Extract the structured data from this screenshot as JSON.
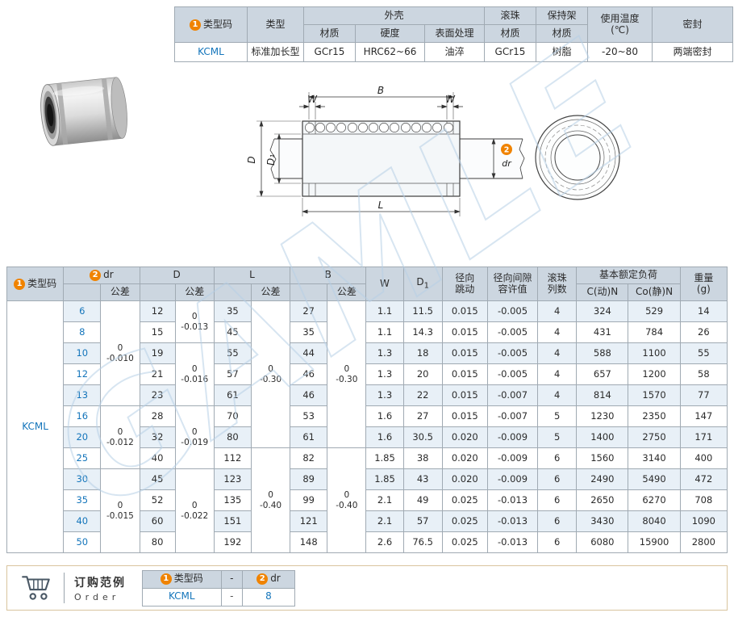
{
  "colors": {
    "header_bg": "#ccd6e0",
    "row_alt": "#e8f0f7",
    "accent_blue": "#1475bb",
    "badge_orange": "#f08300",
    "watermark_blue": "#b7d0e6",
    "order_border": "#d9c49e"
  },
  "watermark": {
    "text": "GAMLE"
  },
  "drawing": {
    "dim_B": "B",
    "dim_W": "W",
    "dim_D": "D",
    "dim_D1": "D₁",
    "dim_L": "L",
    "dim_dr": "dr",
    "badge_dr": "2"
  },
  "spec_table": {
    "widths": [
      90,
      70,
      64,
      86,
      74,
      64,
      64,
      80,
      100
    ],
    "header": [
      [
        {
          "badge": "1",
          "t": "类型码",
          "rs": 2
        },
        {
          "t": "类型",
          "rs": 2
        },
        {
          "t": "外壳",
          "cs": 3
        },
        {
          "t": "滚珠"
        },
        {
          "t": "保持架"
        },
        {
          "t": "使用温度\n(℃)",
          "rs": 2
        },
        {
          "t": "密封",
          "rs": 2
        }
      ],
      [
        {
          "t": "材质"
        },
        {
          "t": "硬度"
        },
        {
          "t": "表面处理"
        },
        {
          "t": "材质"
        },
        {
          "t": "材质"
        }
      ]
    ],
    "body": [
      [
        {
          "t": "KCML",
          "cls": "code"
        },
        {
          "t": "标准加长型"
        },
        {
          "t": "GCr15"
        },
        {
          "t": "HRC62~66"
        },
        {
          "t": "油淬"
        },
        {
          "t": "GCr15"
        },
        {
          "t": "树脂"
        },
        {
          "t": "-20~80"
        },
        {
          "t": "两端密封"
        }
      ]
    ]
  },
  "main_table": {
    "stripe": true,
    "widths": [
      70,
      46,
      48,
      44,
      48,
      46,
      48,
      46,
      48,
      46,
      48,
      56,
      62,
      48,
      64,
      64,
      58
    ],
    "header": [
      [
        {
          "badge": "1",
          "t": "类型码",
          "rs": 2
        },
        {
          "badge": "2",
          "t": "dr",
          "cs": 2
        },
        {
          "t": "D",
          "cs": 2
        },
        {
          "t": "L",
          "cs": 2
        },
        {
          "t": "B",
          "cs": 2
        },
        {
          "t": "W",
          "rs": 2
        },
        {
          "t": "D",
          "sub": "1",
          "rs": 2
        },
        {
          "t": "径向\n跳动",
          "rs": 2
        },
        {
          "t": "径向间隙\n容许值",
          "rs": 2
        },
        {
          "t": "滚珠\n列数",
          "rs": 2
        },
        {
          "t": "基本额定负荷",
          "cs": 2
        },
        {
          "t": "重量\n(g)",
          "rs": 2
        }
      ],
      [
        {
          "t": ""
        },
        {
          "t": "公差"
        },
        {
          "t": ""
        },
        {
          "t": "公差"
        },
        {
          "t": ""
        },
        {
          "t": "公差"
        },
        {
          "t": ""
        },
        {
          "t": "公差"
        },
        {
          "t": "C(动)N"
        },
        {
          "t": "Co(静)N"
        }
      ]
    ],
    "body": [
      [
        {
          "t": "KCML",
          "cls": "code",
          "rs": 12
        },
        {
          "t": "6",
          "cls": "size"
        },
        {
          "t": "0\n-0.010",
          "cls": "tol",
          "rs": 5
        },
        {
          "t": "12"
        },
        {
          "t": "0\n-0.013",
          "cls": "tol",
          "rs": 2
        },
        {
          "t": "35"
        },
        {
          "t": "0\n-0.30",
          "cls": "tol",
          "rs": 7
        },
        {
          "t": "27"
        },
        {
          "t": "0\n-0.30",
          "cls": "tol",
          "rs": 7
        },
        {
          "t": "1.1"
        },
        {
          "t": "11.5"
        },
        {
          "t": "0.015"
        },
        {
          "t": "-0.005"
        },
        {
          "t": "4"
        },
        {
          "t": "324"
        },
        {
          "t": "529"
        },
        {
          "t": "14"
        }
      ],
      [
        {
          "t": "8",
          "cls": "size"
        },
        {
          "t": "15"
        },
        {
          "t": "45"
        },
        {
          "t": "35"
        },
        {
          "t": "1.1"
        },
        {
          "t": "14.3"
        },
        {
          "t": "0.015"
        },
        {
          "t": "-0.005"
        },
        {
          "t": "4"
        },
        {
          "t": "431"
        },
        {
          "t": "784"
        },
        {
          "t": "26"
        }
      ],
      [
        {
          "t": "10",
          "cls": "size"
        },
        {
          "t": "19"
        },
        {
          "t": "0\n-0.016",
          "cls": "tol",
          "rs": 3
        },
        {
          "t": "55"
        },
        {
          "t": "44"
        },
        {
          "t": "1.3"
        },
        {
          "t": "18"
        },
        {
          "t": "0.015"
        },
        {
          "t": "-0.005"
        },
        {
          "t": "4"
        },
        {
          "t": "588"
        },
        {
          "t": "1100"
        },
        {
          "t": "55"
        }
      ],
      [
        {
          "t": "12",
          "cls": "size"
        },
        {
          "t": "21"
        },
        {
          "t": "57"
        },
        {
          "t": "46"
        },
        {
          "t": "1.3"
        },
        {
          "t": "20"
        },
        {
          "t": "0.015"
        },
        {
          "t": "-0.005"
        },
        {
          "t": "4"
        },
        {
          "t": "657"
        },
        {
          "t": "1200"
        },
        {
          "t": "58"
        }
      ],
      [
        {
          "t": "13",
          "cls": "size"
        },
        {
          "t": "23"
        },
        {
          "t": "61"
        },
        {
          "t": "46"
        },
        {
          "t": "1.3"
        },
        {
          "t": "22"
        },
        {
          "t": "0.015"
        },
        {
          "t": "-0.007"
        },
        {
          "t": "4"
        },
        {
          "t": "814"
        },
        {
          "t": "1570"
        },
        {
          "t": "77"
        }
      ],
      [
        {
          "t": "16",
          "cls": "size"
        },
        {
          "t": "0\n-0.012",
          "cls": "tol",
          "rs": 3
        },
        {
          "t": "28"
        },
        {
          "t": "0\n-0.019",
          "cls": "tol",
          "rs": 3
        },
        {
          "t": "70"
        },
        {
          "t": "53"
        },
        {
          "t": "1.6"
        },
        {
          "t": "27"
        },
        {
          "t": "0.015"
        },
        {
          "t": "-0.007"
        },
        {
          "t": "5"
        },
        {
          "t": "1230"
        },
        {
          "t": "2350"
        },
        {
          "t": "147"
        }
      ],
      [
        {
          "t": "20",
          "cls": "size"
        },
        {
          "t": "32"
        },
        {
          "t": "80"
        },
        {
          "t": "61"
        },
        {
          "t": "1.6"
        },
        {
          "t": "30.5"
        },
        {
          "t": "0.020"
        },
        {
          "t": "-0.009"
        },
        {
          "t": "5"
        },
        {
          "t": "1400"
        },
        {
          "t": "2750"
        },
        {
          "t": "171"
        }
      ],
      [
        {
          "t": "25",
          "cls": "size"
        },
        {
          "t": "40"
        },
        {
          "t": "112"
        },
        {
          "t": "0\n-0.40",
          "cls": "tol",
          "rs": 5
        },
        {
          "t": "82"
        },
        {
          "t": "0\n-0.40",
          "cls": "tol",
          "rs": 5
        },
        {
          "t": "1.85"
        },
        {
          "t": "38"
        },
        {
          "t": "0.020"
        },
        {
          "t": "-0.009"
        },
        {
          "t": "6"
        },
        {
          "t": "1560"
        },
        {
          "t": "3140"
        },
        {
          "t": "400"
        }
      ],
      [
        {
          "t": "30",
          "cls": "size"
        },
        {
          "t": "0\n-0.015",
          "cls": "tol",
          "rs": 4
        },
        {
          "t": "45"
        },
        {
          "t": "0\n-0.022",
          "cls": "tol",
          "rs": 4
        },
        {
          "t": "123"
        },
        {
          "t": "89"
        },
        {
          "t": "1.85"
        },
        {
          "t": "43"
        },
        {
          "t": "0.020"
        },
        {
          "t": "-0.009"
        },
        {
          "t": "6"
        },
        {
          "t": "2490"
        },
        {
          "t": "5490"
        },
        {
          "t": "472"
        }
      ],
      [
        {
          "t": "35",
          "cls": "size"
        },
        {
          "t": "52"
        },
        {
          "t": "135"
        },
        {
          "t": "99"
        },
        {
          "t": "2.1"
        },
        {
          "t": "49"
        },
        {
          "t": "0.025"
        },
        {
          "t": "-0.013"
        },
        {
          "t": "6"
        },
        {
          "t": "2650"
        },
        {
          "t": "6270"
        },
        {
          "t": "708"
        }
      ],
      [
        {
          "t": "40",
          "cls": "size"
        },
        {
          "t": "60"
        },
        {
          "t": "151"
        },
        {
          "t": "121"
        },
        {
          "t": "2.1"
        },
        {
          "t": "57"
        },
        {
          "t": "0.025"
        },
        {
          "t": "-0.013"
        },
        {
          "t": "6"
        },
        {
          "t": "3430"
        },
        {
          "t": "8040"
        },
        {
          "t": "1090"
        }
      ],
      [
        {
          "t": "50",
          "cls": "size"
        },
        {
          "t": "80"
        },
        {
          "t": "192"
        },
        {
          "t": "148"
        },
        {
          "t": "2.6"
        },
        {
          "t": "76.5"
        },
        {
          "t": "0.025"
        },
        {
          "t": "-0.013"
        },
        {
          "t": "6"
        },
        {
          "t": "6080"
        },
        {
          "t": "15900"
        },
        {
          "t": "2800"
        }
      ]
    ]
  },
  "order": {
    "title": "订购范例",
    "subtitle": "Order",
    "table": {
      "widths": [
        96,
        26,
        64
      ],
      "header": [
        [
          {
            "badge": "1",
            "t": "类型码"
          },
          {
            "t": "-",
            "cls": "dash"
          },
          {
            "badge": "2",
            "t": "dr"
          }
        ]
      ],
      "body": [
        [
          {
            "t": "KCML",
            "cls": "code"
          },
          {
            "t": "-",
            "cls": "dash"
          },
          {
            "t": "8",
            "cls": "size"
          }
        ]
      ]
    }
  }
}
